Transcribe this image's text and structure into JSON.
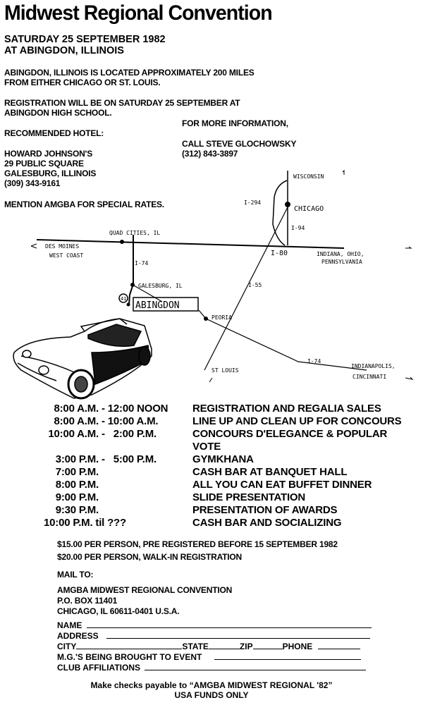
{
  "title": "Midwest Regional Convention",
  "date": "SATURDAY 25 SEPTEMBER 1982",
  "location": "AT ABINGDON, ILLINOIS",
  "intro": [
    "ABINGDON, ILLINOIS IS LOCATED APPROXIMATELY 200 MILES",
    "FROM EITHER CHICAGO OR ST. LOUIS."
  ],
  "registration": [
    "REGISTRATION WILL BE ON SATURDAY 25 SEPTEMBER AT",
    "ABINGDON HIGH SCHOOL."
  ],
  "hotel": {
    "heading": "RECOMMENDED HOTEL:",
    "name": "HOWARD JOHNSON'S",
    "street": "29 PUBLIC SQUARE",
    "city": "GALESBURG, ILLINOIS",
    "phone": "(309) 343-9161",
    "note": "MENTION AMGBA FOR SPECIAL RATES."
  },
  "info": {
    "heading": "FOR MORE INFORMATION,",
    "contact": "CALL STEVE GLOCHOWSKY",
    "phone": "(312) 843-3897"
  },
  "map": {
    "labels": {
      "wisconsin": "WISCONSIN",
      "chicago": "CHICAGO",
      "i294": "I-294",
      "i94": "I-94",
      "i80": "I-80",
      "quad_cities": "QUAD CITIES, IL",
      "des_moines": "DES MOINES",
      "west_coast": "WEST COAST",
      "indiana": "INDIANA, OHIO,",
      "pennsylvania": "PENNSYLVANIA",
      "i74_north": "I-74",
      "galesburg": "GALESBURG, IL",
      "route41": "41",
      "abingdon": "ABINGDON",
      "i55": "I-55",
      "peoria": "PEORIA",
      "st_louis": "ST LOUIS",
      "i74_east": "I-74",
      "indianapolis": "INDIANAPOLIS,",
      "cincinnati": "CINCINNATI"
    }
  },
  "schedule": [
    {
      "start": "8:00 A.M.",
      "end": "- 12:00 NOON",
      "event": "REGISTRATION AND REGALIA SALES"
    },
    {
      "start": "8:00 A.M.",
      "end": "- 10:00 A.M.",
      "event": "LINE UP AND CLEAN UP FOR CONCOURS"
    },
    {
      "start": "10:00 A.M.",
      "end": "-   2:00 P.M.",
      "event": "CONCOURS D'ELEGANCE & POPULAR"
    },
    {
      "start": "",
      "end": "",
      "event": "VOTE"
    },
    {
      "start": "3:00 P.M.",
      "end": "-   5:00 P.M.",
      "event": "GYMKHANA"
    },
    {
      "start": "7:00 P.M.",
      "end": "",
      "event": "CASH BAR AT BANQUET HALL"
    },
    {
      "start": "8:00 P.M.",
      "end": "",
      "event": "ALL YOU CAN EAT BUFFET DINNER"
    },
    {
      "start": "9:00 P.M.",
      "end": "",
      "event": "SLIDE PRESENTATION"
    },
    {
      "start": "9:30 P.M.",
      "end": "",
      "event": "PRESENTATION OF AWARDS"
    },
    {
      "start": "10:00 P.M. til ???",
      "end": "",
      "event": "CASH BAR AND SOCIALIZING"
    }
  ],
  "pricing": [
    "$15.00 PER PERSON, PRE REGISTERED BEFORE 15 SEPTEMBER 1982",
    "$20.00 PER PERSON, WALK-IN REGISTRATION"
  ],
  "mail": {
    "heading": "MAIL TO:",
    "lines": [
      "AMGBA MIDWEST REGIONAL CONVENTION",
      "P.O. BOX 11401",
      "CHICAGO, IL 60611-0401 U.S.A."
    ]
  },
  "form": {
    "name": "NAME",
    "address": "ADDRESS",
    "city": "CITY",
    "state": "STATE",
    "zip": "ZIP",
    "phone": "PHONE",
    "mgs": "M.G.'S BEING BROUGHT TO EVENT",
    "clubs": "CLUB AFFILIATIONS",
    "values": {
      "name": "",
      "address": "",
      "city": "",
      "state": "",
      "zip": "",
      "phone": "",
      "mgs": "",
      "clubs": ""
    }
  },
  "footer": [
    "Make checks payable to “AMGBA MIDWEST REGIONAL '82”",
    "USA FUNDS ONLY"
  ]
}
